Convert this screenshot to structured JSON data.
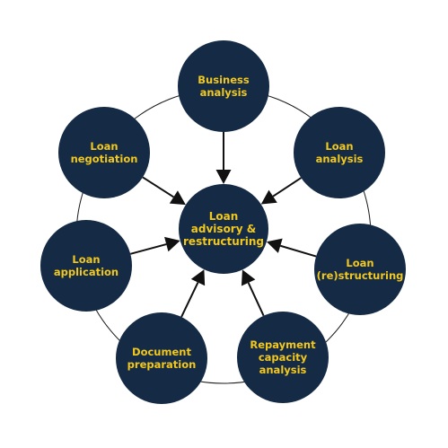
{
  "colors": {
    "node_fill": "#142a45",
    "label_text": "#f2c81e",
    "ring_line": "#1a1a1a",
    "arrow": "#111111",
    "background": "#ffffff"
  },
  "center": {
    "label_lines": [
      "Loan",
      "advisory &",
      "restructuring"
    ]
  },
  "nodes": [
    {
      "id": "business-analysis",
      "label_lines": [
        "Business",
        "analysis"
      ]
    },
    {
      "id": "loan-analysis",
      "label_lines": [
        "Loan",
        "analysis"
      ]
    },
    {
      "id": "loan-restructuring",
      "label_lines": [
        "Loan",
        "(re)structuring"
      ]
    },
    {
      "id": "repayment-capacity-analysis",
      "label_lines": [
        "Repayment",
        "capacity",
        "analysis"
      ]
    },
    {
      "id": "document-preparation",
      "label_lines": [
        "Document",
        "preparation"
      ]
    },
    {
      "id": "loan-application",
      "label_lines": [
        "Loan",
        "application"
      ]
    },
    {
      "id": "loan-negotiation",
      "label_lines": [
        "Loan",
        "negotiation"
      ]
    }
  ]
}
